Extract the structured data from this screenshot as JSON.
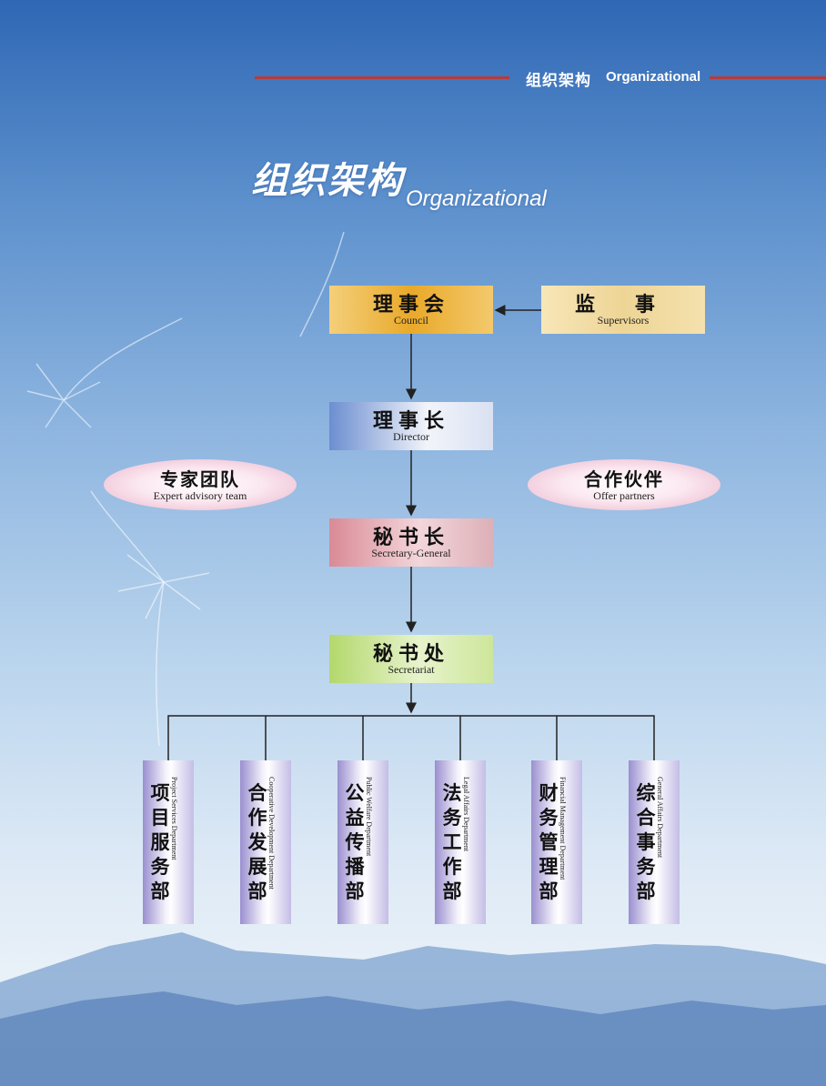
{
  "header": {
    "title_cn": "组织架构",
    "title_en": "Organizational"
  },
  "title": {
    "cn": "组织架构",
    "en": "Organizational"
  },
  "nodes": {
    "council": {
      "cn": "理事会",
      "en": "Council"
    },
    "supervisors": {
      "cn": "监 事",
      "en": "Supervisors"
    },
    "director": {
      "cn": "理事长",
      "en": "Director"
    },
    "expert": {
      "cn": "专家团队",
      "en": "Expert advisory team"
    },
    "partners": {
      "cn": "合作伙伴",
      "en": "Offer partners"
    },
    "secretary_general": {
      "cn": "秘书长",
      "en": "Secretary-General"
    },
    "secretariat": {
      "cn": "秘书处",
      "en": "Secretariat"
    }
  },
  "departments": [
    {
      "cn": "项目服务部",
      "en": "Project Services Department"
    },
    {
      "cn": "合作发展部",
      "en": "Cooperative Development Department"
    },
    {
      "cn": "公益传播部",
      "en": "Public Welfare Department"
    },
    {
      "cn": "法务工作部",
      "en": "Legal Affairs Department"
    },
    {
      "cn": "财务管理部",
      "en": "Financial Management Department"
    },
    {
      "cn": "综合事务部",
      "en": "General Affairs Department"
    }
  ],
  "colors": {
    "line": "#222222",
    "accent": "#b83a3a"
  }
}
